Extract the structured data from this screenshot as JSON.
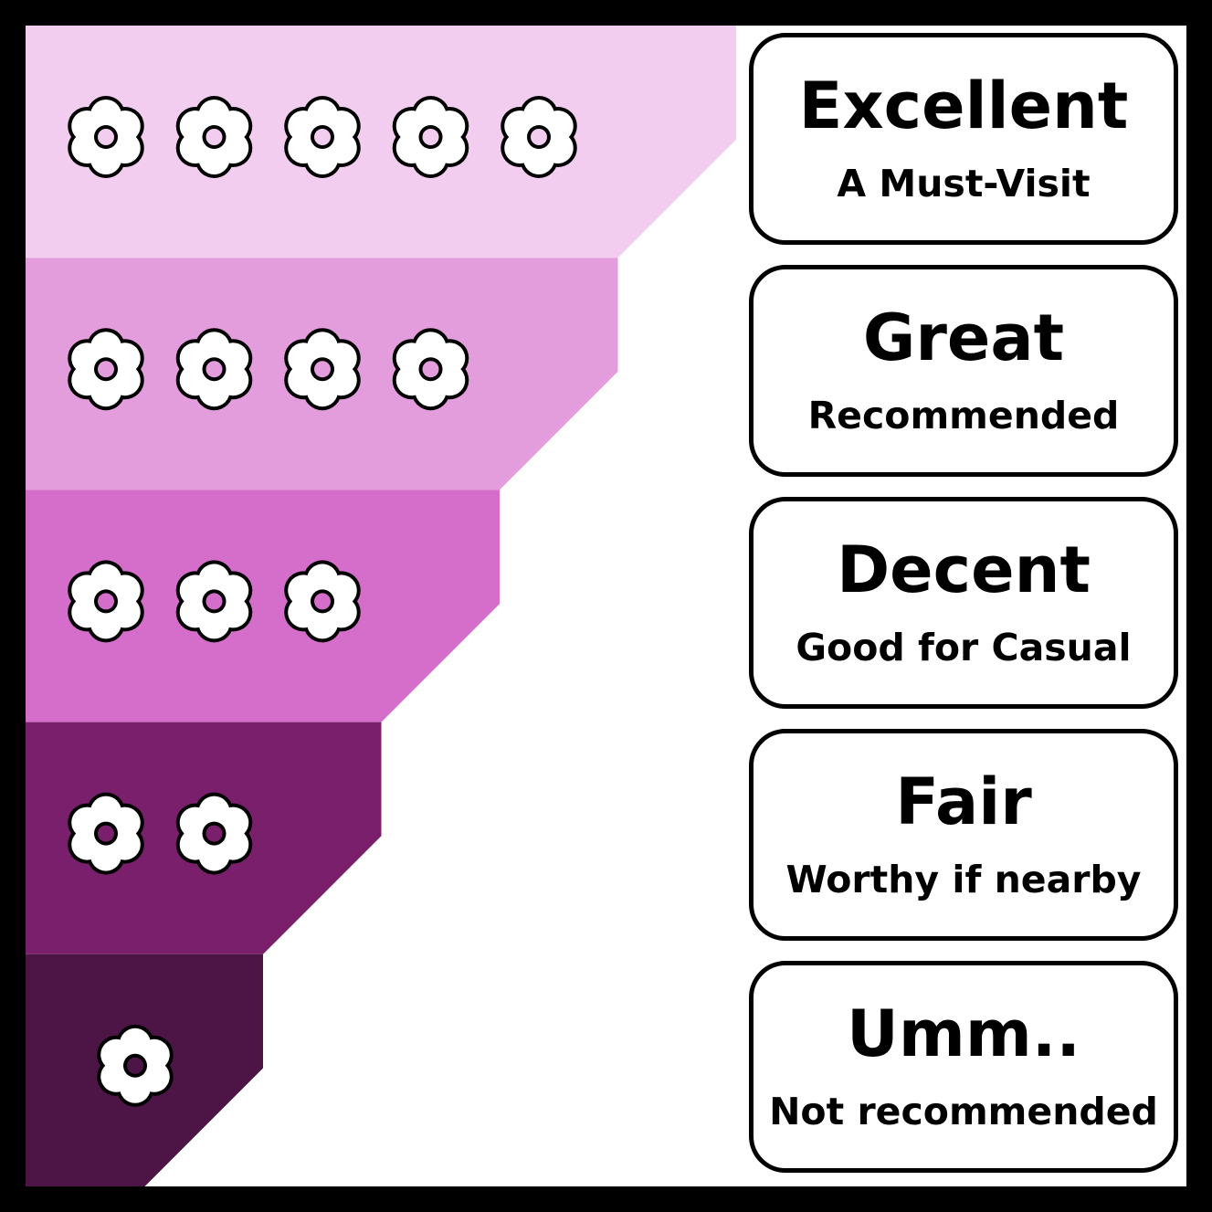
{
  "legend": {
    "tiers": [
      {
        "title": "Excellent",
        "subtitle": "A Must-Visit",
        "rating": 5,
        "color": "#f2cdef"
      },
      {
        "title": "Great",
        "subtitle": "Recommended",
        "rating": 4,
        "color": "#e39ddd"
      },
      {
        "title": "Decent",
        "subtitle": "Good for Casual",
        "rating": 3,
        "color": "#d56ecb"
      },
      {
        "title": "Fair",
        "subtitle": "Worthy if nearby",
        "rating": 2,
        "color": "#791f6c"
      },
      {
        "title": "Umm..",
        "subtitle": "Not recommended",
        "rating": 1,
        "color": "#4d1545"
      }
    ]
  },
  "colors": {
    "frame": "#000000",
    "canvas": "#ffffff",
    "flower_petal": "#ffffff",
    "flower_outline": "#000000"
  },
  "icon": "flower-icon"
}
